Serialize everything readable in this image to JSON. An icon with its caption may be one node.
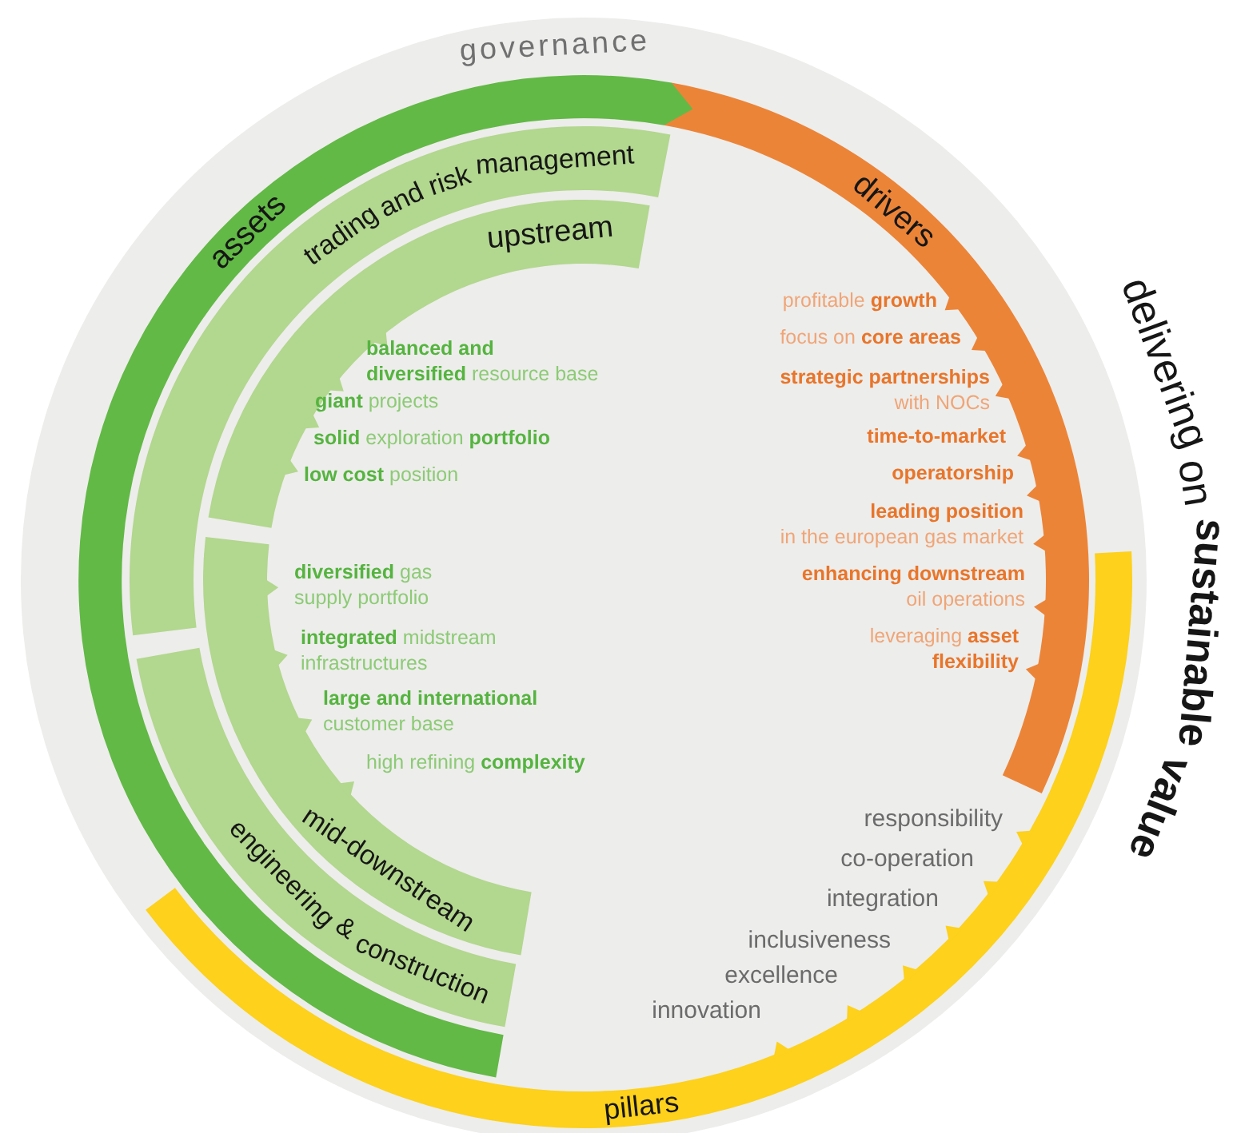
{
  "diagram": {
    "nodes": [
      {
        "text": [
          "governance"
        ]
      },
      {
        "text": [
          "assets"
        ],
        "in": 0
      },
      {
        "text": [
          "trading and risk management"
        ],
        "in": 0
      },
      {
        "text": [
          "upstream"
        ],
        "in": 0
      },
      {
        "text": [
          "mid-downstream"
        ],
        "in": 0
      },
      {
        "text": [
          "engineering & construction"
        ],
        "in": 0
      },
      {
        "text": [
          "drivers"
        ],
        "in": 0
      },
      {
        "text": [
          "pillars"
        ],
        "in": 0
      }
    ],
    "labels": [
      "**balanced and** **diversified** resource base",
      "**giant** projects",
      "**solid** exploration **portfolio**",
      "**low cost** position",
      "**diversified** gas supply portfolio",
      "**integrated** midstream infrastructures",
      "**large and international** customer base",
      "high refining **complexity**",
      "profitable **growth**",
      "focus on **core areas**",
      "**strategic partnerships** with NOCs",
      "**time-to-market**",
      "**operatorship**",
      "**leading position** in the european gas market",
      "**enhancing downstream** oil operations",
      "leveraging **asset** **flexibility**",
      "responsibility",
      "co-operation",
      "integration",
      "inclusiveness",
      "excellence",
      "innovation",
      "delivering on **sustainable value**"
    ]
  }
}
